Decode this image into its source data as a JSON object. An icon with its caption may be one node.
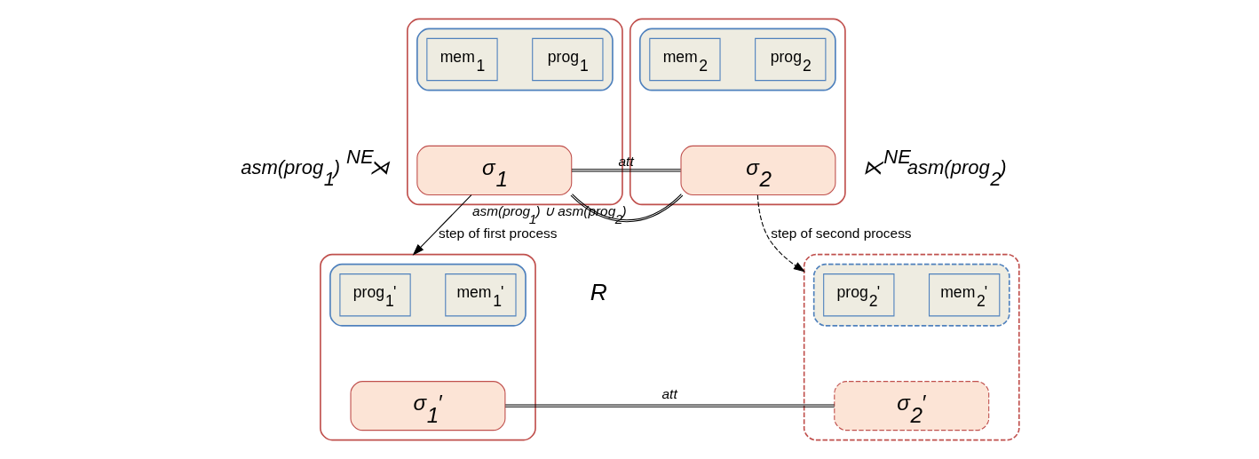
{
  "diagram": {
    "nodes": [
      {
        "text": [],
        "shape": "box"
      },
      {
        "text": [],
        "shape": "box",
        "in": 0
      },
      {
        "text": [
          "prog$_{1}$"
        ],
        "in": 1
      },
      {
        "text": [
          "mem$_{1}$"
        ],
        "in": 1
      },
      {
        "text": [
          "σ$_{1}$"
        ],
        "in": 0,
        "beside": [
          "asm(prog$_{1}$) $^{NE}$⋊"
        ]
      },
      {
        "text": [],
        "shape": "box"
      },
      {
        "text": [],
        "shape": "box",
        "in": 5
      },
      {
        "text": [
          "prog$_{2}$"
        ],
        "in": 6
      },
      {
        "text": [
          "mem$_{2}$"
        ],
        "in": 6
      },
      {
        "text": [
          "σ$_{2}$"
        ],
        "in": 5,
        "beside": [
          "⋉$^{NE}$asm(prog$_{2}$)"
        ]
      },
      {
        "text": [],
        "shape": "box"
      },
      {
        "text": [],
        "shape": "box",
        "in": 10
      },
      {
        "text": [
          "prog$_{1}$'"
        ],
        "in": 11
      },
      {
        "text": [
          "mem$_{1}$'"
        ],
        "in": 11
      },
      {
        "text": [
          "σ$_{1}$′"
        ],
        "in": 10
      },
      {
        "text": [],
        "shape": "box"
      },
      {
        "text": [],
        "shape": "box",
        "in": 15
      },
      {
        "text": [
          "prog$_{2}$'"
        ],
        "in": 16
      },
      {
        "text": [
          "mem$_{2}$'"
        ],
        "in": 16
      },
      {
        "text": [
          "σ$_{2}$′"
        ],
        "in": 15
      }
    ],
    "edges": [
      {
        "from": 4,
        "to": 10,
        "arrow": "to",
        "label": "step of first process"
      },
      {
        "from": 9,
        "to": 15,
        "arrow": "to",
        "style": "dashed",
        "label": "step of second process"
      },
      {
        "from": 4,
        "to": 9,
        "arrow": "none",
        "label": "att"
      },
      {
        "from": 4,
        "to": 9,
        "arrow": "none",
        "label": "asm(prog$_{1}$) ∪ asm(prog$_{2}$)"
      },
      {
        "from": 14,
        "to": 19,
        "arrow": "none",
        "label": "att"
      }
    ],
    "labels": [
      "R"
    ]
  }
}
